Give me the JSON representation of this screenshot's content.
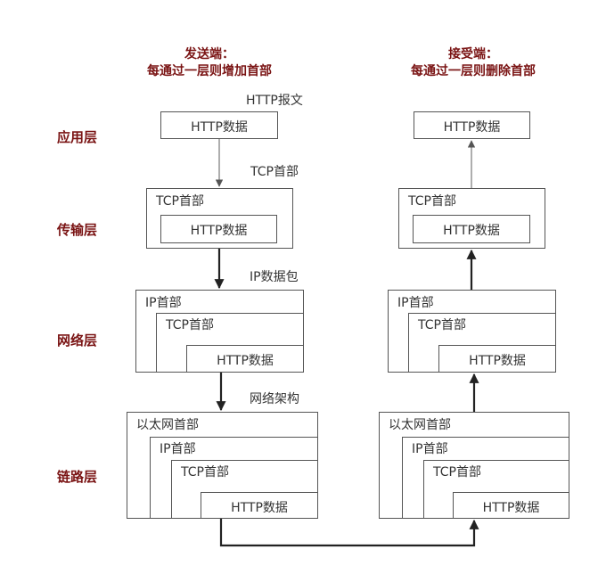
{
  "sender": {
    "title": "发送端：",
    "subtitle": "每通过一层则增加首部"
  },
  "receiver": {
    "title": "接受端：",
    "subtitle": "每通过一层则删除首部"
  },
  "layers": {
    "application": "应用层",
    "transport": "传输层",
    "network": "网络层",
    "link": "链路层"
  },
  "captions": {
    "http_message": "HTTP报文",
    "tcp_header": "TCP首部",
    "ip_packet": "IP数据包",
    "network_frame": "网络架构"
  },
  "labels": {
    "http_data": "HTTP数据",
    "tcp_header": "TCP首部",
    "ip_header": "IP首部",
    "ethernet_header": "以太网首部"
  }
}
